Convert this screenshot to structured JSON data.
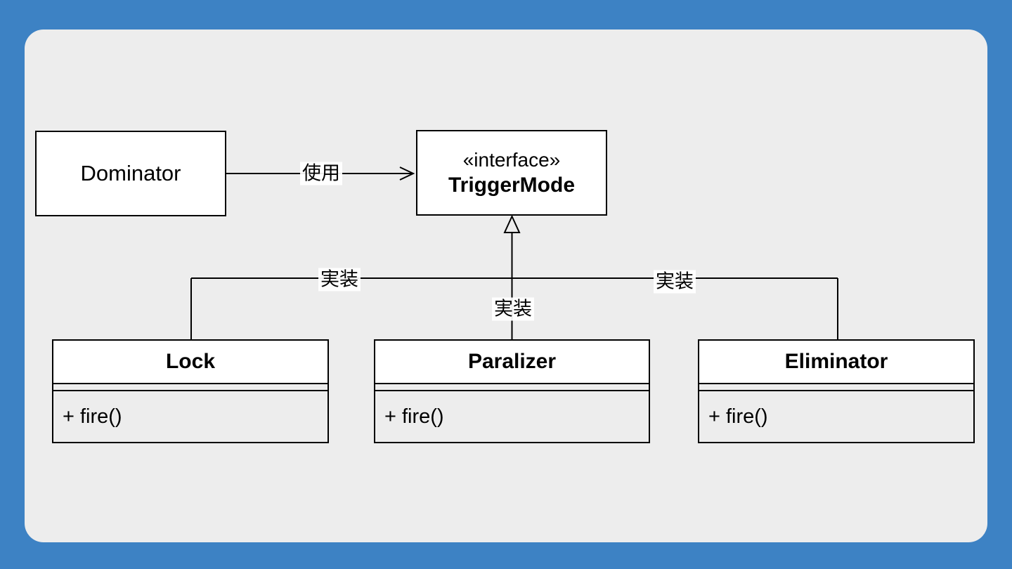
{
  "scene": {
    "outer_background": "#3d82c4",
    "card_background": "#ededed",
    "stroke_color": "#000000",
    "box_fill": "#ffffff",
    "compartment_fill": "#ededed"
  },
  "diagram": {
    "type": "uml-class-diagram",
    "nodes": [
      {
        "id": "dominator",
        "name": "Dominator"
      },
      {
        "id": "trigger_mode",
        "stereotype": "«interface»",
        "name": "TriggerMode"
      },
      {
        "id": "lock",
        "name": "Lock",
        "methods": [
          "+ fire()"
        ]
      },
      {
        "id": "paralizer",
        "name": "Paralizer",
        "methods": [
          "+ fire()"
        ]
      },
      {
        "id": "eliminator",
        "name": "Eliminator",
        "methods": [
          "+ fire()"
        ]
      }
    ],
    "edges": [
      {
        "from": "Dominator",
        "to": "TriggerMode",
        "type": "dependency-open-arrow",
        "label": "使用"
      },
      {
        "from": "Lock",
        "to": "TriggerMode",
        "type": "realization-hollow-triangle",
        "label": "実装"
      },
      {
        "from": "Paralizer",
        "to": "TriggerMode",
        "type": "realization-hollow-triangle",
        "label": "実装"
      },
      {
        "from": "Eliminator",
        "to": "TriggerMode",
        "type": "realization-hollow-triangle",
        "label": "実装"
      }
    ]
  }
}
